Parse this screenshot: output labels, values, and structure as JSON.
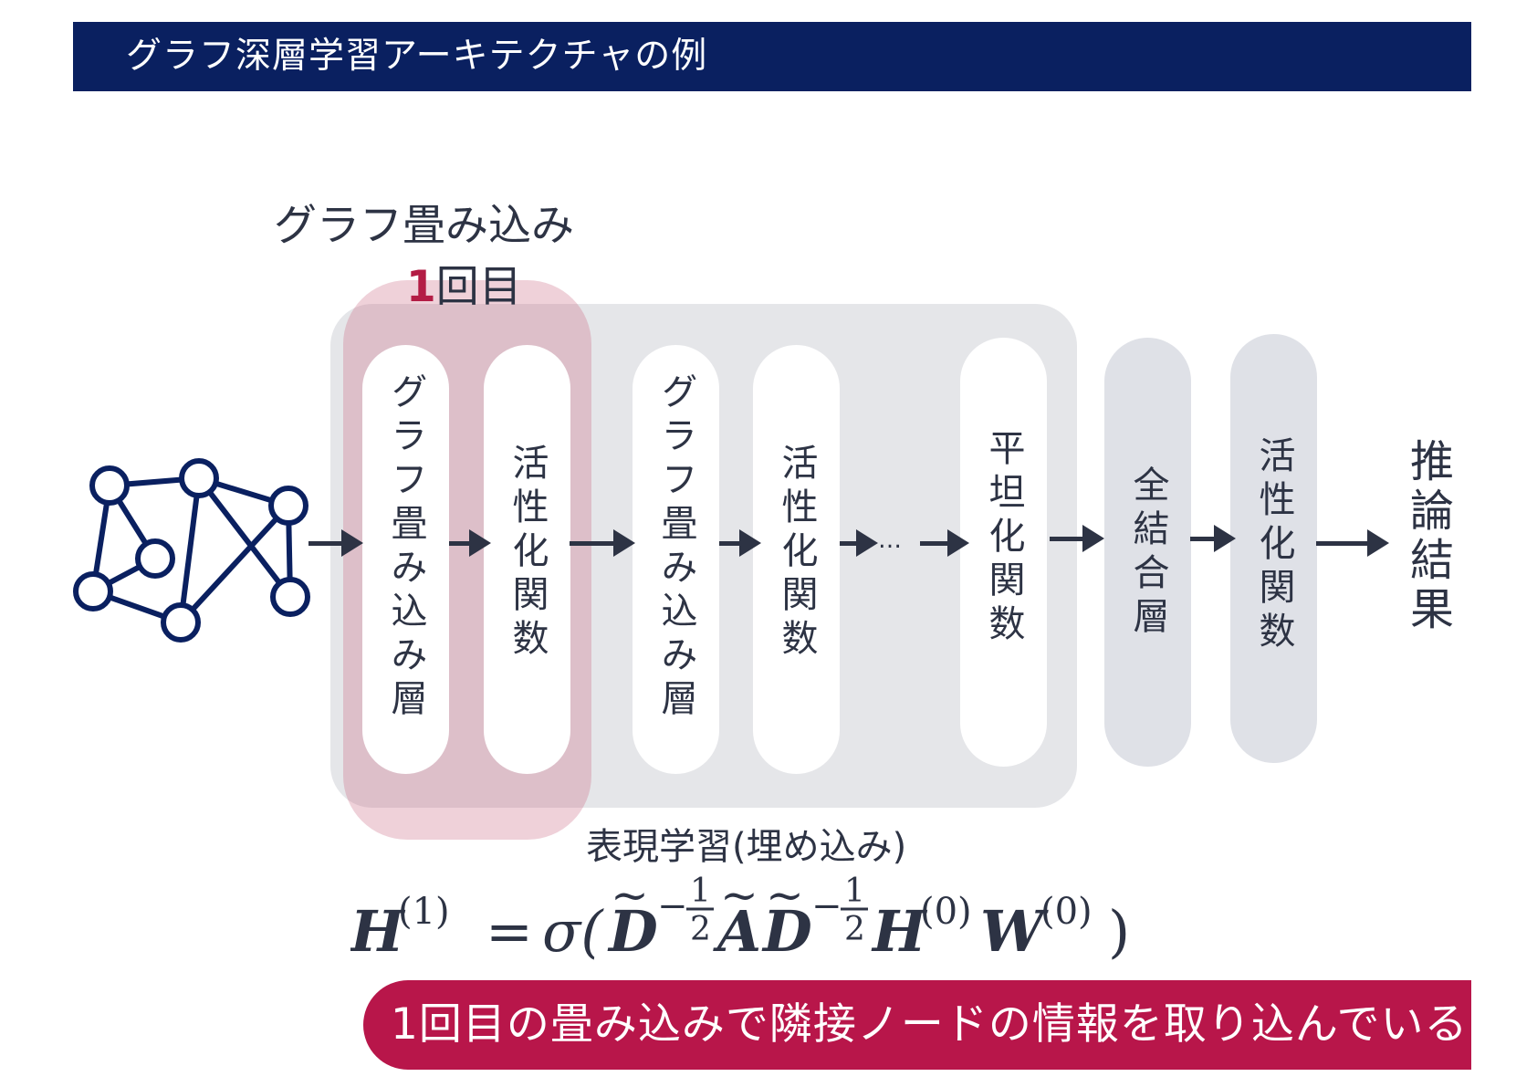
{
  "title": "グラフ深層学習アーキテクチャの例",
  "conv_label": "グラフ畳み込み",
  "first_label": {
    "num": "1",
    "suffix": "回目"
  },
  "stages": [
    {
      "text": "グラフ畳み込み層"
    },
    {
      "text": "活性化関数"
    },
    {
      "text": "グラフ畳み込み層"
    },
    {
      "text": "活性化関数"
    },
    {
      "text": "平坦化関数"
    },
    {
      "text": "全結合層"
    },
    {
      "text": "活性化関数"
    }
  ],
  "ellipsis": "…",
  "result": "推論結果",
  "representation_label": "表現学習(埋め込み)",
  "formula": {
    "lhs": "H",
    "lhs_sup": "(1)",
    "eq": "=",
    "sigma": "σ(",
    "d1": "D",
    "exp_sign": "−",
    "exp_num": "1",
    "exp_den": "2",
    "a": "A",
    "d2": "D",
    "h": "H",
    "h_sup": "(0)",
    "w": "W",
    "w_sup": "(0)",
    "close": ")"
  },
  "bottom_banner": "1回目の畳み込みで隣接ノードの情報を取り込んでいる",
  "colors": {
    "navy": "#0a2060",
    "crimson": "#b8164a",
    "dark": "#2d3344",
    "gray": "#e5e6e9"
  },
  "icons": [
    "graph-network-icon"
  ]
}
